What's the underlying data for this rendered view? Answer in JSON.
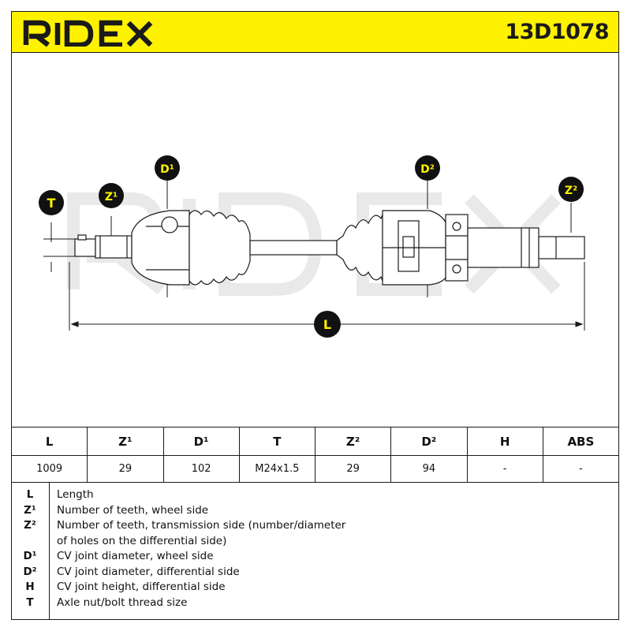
{
  "header": {
    "brand": "RIDEX",
    "part_number": "13D1078",
    "colors": {
      "brand_yellow": "#fff200",
      "ink": "#1a1a1a",
      "watermark": "#e9e9e9"
    }
  },
  "diagram": {
    "watermark": "RIDEX",
    "markers": {
      "T": "T",
      "Z1": "Z¹",
      "D1": "D¹",
      "D2": "D²",
      "Z2": "Z²",
      "L": "L"
    }
  },
  "table": {
    "headers": [
      "L",
      "Z¹",
      "D¹",
      "T",
      "Z²",
      "D²",
      "H",
      "ABS"
    ],
    "values": [
      "1009",
      "29",
      "102",
      "M24x1.5",
      "29",
      "94",
      "-",
      "-"
    ]
  },
  "legend": [
    {
      "code": "L",
      "text": "Length"
    },
    {
      "code": "Z¹",
      "text": "Number of teeth, wheel side"
    },
    {
      "code": "Z²",
      "text": "Number of teeth, transmission side (number/diameter"
    },
    {
      "code": "",
      "text": "of holes on the differential side)"
    },
    {
      "code": "D¹",
      "text": "CV joint diameter, wheel side"
    },
    {
      "code": "D²",
      "text": "CV joint diameter, differential side"
    },
    {
      "code": "H",
      "text": "CV joint height, differential side"
    },
    {
      "code": "T",
      "text": "Axle nut/bolt thread size"
    }
  ]
}
